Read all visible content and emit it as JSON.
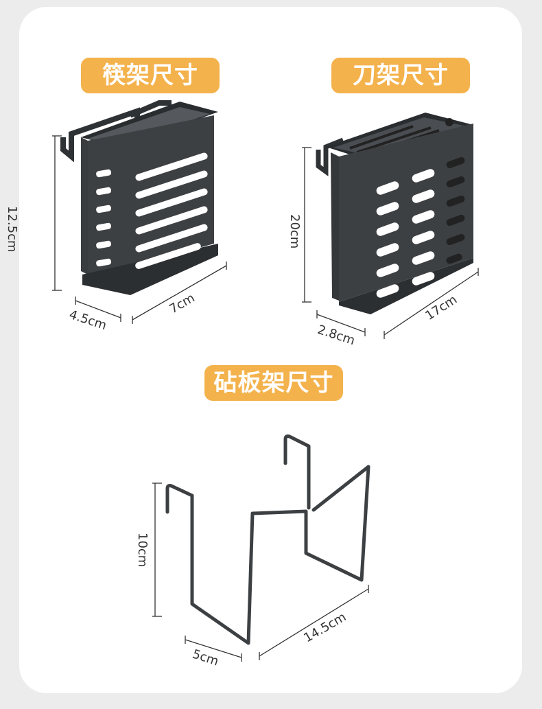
{
  "sections": {
    "chopstick": {
      "title": "筷架尺寸",
      "height": "12.5cm",
      "depth": "4.5cm",
      "width": "7cm"
    },
    "knife": {
      "title": "刀架尺寸",
      "height": "20cm",
      "depth": "2.8cm",
      "width": "17cm"
    },
    "board": {
      "title": "砧板架尺寸",
      "height": "10cm",
      "depth": "5cm",
      "width": "14.5cm"
    }
  },
  "colors": {
    "accent": "#f4b24c",
    "product": "#3d4043",
    "page_bg": "#ececec",
    "card_bg": "#ffffff"
  }
}
